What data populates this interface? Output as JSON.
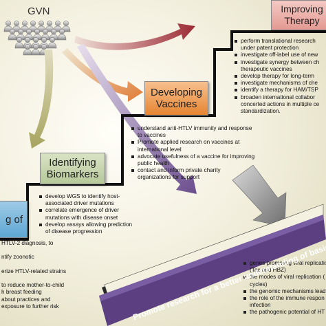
{
  "gvn_label": "GVN",
  "stages": {
    "improving": "Improving Therapy",
    "vaccines": "Developing Vaccines",
    "biomarkers": "Identifying Biomarkers",
    "first": "g of"
  },
  "lists": {
    "therapy": [
      "perform translational research",
      "under patent protection",
      "investigate off-label use of new",
      "investigate synergy between ch",
      "therapeutic vaccines",
      "develop therapy for long-term",
      "investigate mechanisms of che",
      "identify a therapy for HAM/TSP",
      "broaden international collabor",
      "concerted actions in multiple ce",
      "standardization."
    ],
    "vaccines": [
      "understand anti-HTLV immunity and response",
      "to vaccines",
      "Promote applied research on vaccines at",
      "international level",
      "advocate usefulness of a vaccine for improving",
      "public health",
      "contact and inform private charity",
      "organizations for support"
    ],
    "biomarkers": [
      "develop WGS to identify host-",
      "associated driver mutations",
      "correlate emergence of driver",
      "mutations with disease onset",
      "develop assays allowing prediction",
      "of disease progression"
    ],
    "first": [
      "HTLV-2 diagnosis, to",
      "",
      "ntify zoonotic",
      "",
      "erize HTLV-related strains",
      "",
      "to reduce mother-to-child",
      "h breast feeding",
      "about practices and",
      "exposure to further risk"
    ],
    "understanding": [
      "genes promoting viral replicatio",
      "(Tax and HBZ)",
      "the modes of viral replication (",
      "cycles)",
      "the genomic mechanisms leadi",
      "the role of the immune respon",
      "infection",
      "the pathogenic potential of HT"
    ]
  },
  "banner": "Promote research for a better understanding of basic",
  "colors": {
    "improving": "#e49a93",
    "vaccines": "#e58532",
    "biomarkers": "#b7c99a",
    "first": "#5ea6d4",
    "banner": "#6a4f8e",
    "arrow_gray": "#7a7a7a",
    "arrow_olive": "#b5b27a",
    "arrow_purple": "#6b4e8e",
    "arrow_red": "#9c2a35"
  }
}
